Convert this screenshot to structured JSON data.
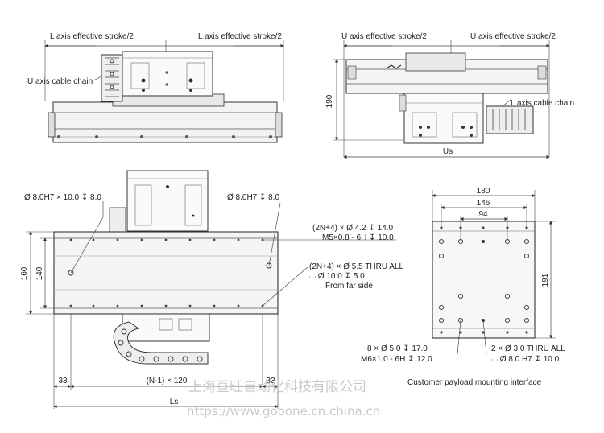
{
  "top_left_view": {
    "label_left": "L axis effective stroke/2",
    "label_right": "L axis effective stroke/2",
    "chain_label": "U axis cable chain"
  },
  "top_right_view": {
    "label_left": "U axis effective stroke/2",
    "label_right": "U axis effective stroke/2",
    "chain_label": "L axis cable chain",
    "dim_height": "190",
    "dim_width": "Us"
  },
  "bottom_left_view": {
    "hole_left": "Ø 8.0H7 × 10.0 ↧ 8.0",
    "hole_right": "Ø 8.0H7 ↧ 8.0",
    "holes_a_line1": "(2N+4) × Ø 4.2 ↧ 14.0",
    "holes_a_line2": "M5×0.8 - 6H ↧ 10.0",
    "holes_b_line1": "(2N+4) × Ø 5.5 THRU ALL",
    "holes_b_line2": "⌴ Ø 10.0 ↧ 5.0",
    "holes_b_line3": "From far side",
    "dim_160": "160",
    "dim_140": "140",
    "dim_33_left": "33",
    "dim_33_right": "33",
    "dim_pitch": "(N-1) × 120",
    "dim_total": "Ls"
  },
  "payload_plate": {
    "dim_180": "180",
    "dim_146": "146",
    "dim_94": "94",
    "dim_191": "191",
    "holes_c_line1": "8 × Ø 5.0 ↧ 17.0",
    "holes_c_line2": "M6×1.0 - 6H ↧ 12.0",
    "holes_d_line1": "2 × Ø 3.0 THRU ALL",
    "holes_d_line2": "⌴ Ø 8.0 H7 ↧ 10.0",
    "caption": "Customer payload mounting interface"
  },
  "watermark": {
    "line1": "上海亘旺自动化科技有限公司",
    "line2": "https://www.gooone.cn.china.cn"
  }
}
